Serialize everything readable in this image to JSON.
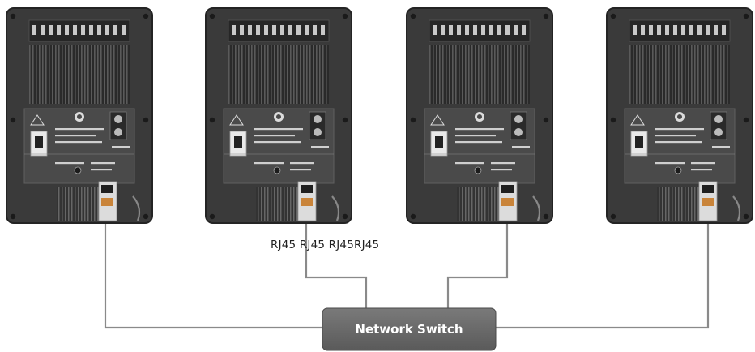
{
  "rj45_caption": "RJ45 RJ45 RJ45RJ45",
  "switch": {
    "label": "Network Switch"
  },
  "speakers": [
    {
      "id": "speaker-1"
    },
    {
      "id": "speaker-2"
    },
    {
      "id": "speaker-3"
    },
    {
      "id": "speaker-4"
    }
  ],
  "colors": {
    "cabinet": "#3a3a3a",
    "cabinet_edge": "#242424",
    "panel": "#4a4a4a",
    "heatsink": "#2c2c2c",
    "cable": "#8a8a8a",
    "switch_body": "#6b6b6b",
    "rj45_port": "#c9843a"
  }
}
